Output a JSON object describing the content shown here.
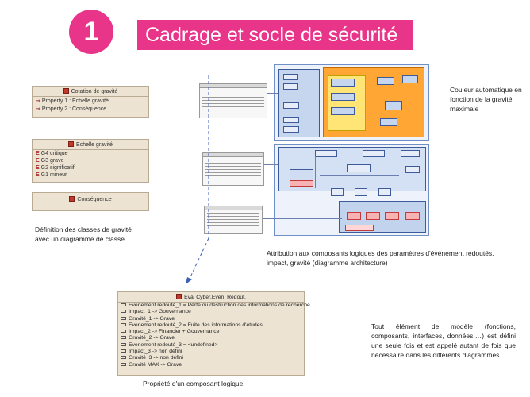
{
  "header": {
    "number": "1",
    "title": "Cadrage et socle de sécurité"
  },
  "class_cotation": {
    "title": "Cotation de gravité",
    "properties": [
      "Property 1 : Echelle gravité",
      "Property 2 : Conséquence"
    ]
  },
  "class_echelle": {
    "title": "Echelle gravité",
    "literals": [
      "G4 critique",
      "G3 grave",
      "G2 significatif",
      "G1 mineur"
    ]
  },
  "class_consequence": {
    "title": "Conséquence"
  },
  "captions": {
    "class_def": "Définition des classes de gravité avec un diagramme de classe",
    "color_auto": "Couleur automatique en fonction de la gravité maximale",
    "attribution": "Attribution aux composants logiques des paramètres d'événement redoutés, impact, gravité (diagramme architecture)",
    "logical_prop": "Propriété d'un composant logique",
    "model_element": "Tout élément de modèle (fonctions, composants, interfaces, données,…) est défini une seule fois et est appelé autant de fois que nécessaire dans les différents diagrammes"
  },
  "eval_box": {
    "title": "Eval Cyber.Even. Redout.",
    "rows": [
      "Evenement redouté_1 = Perte ou destruction des informations de recherche",
      "Impact_1 -> Gouvernance",
      "Gravité_1 -> Grave",
      "Evenement redouté_2 = Fuite des informations d'études",
      "Impact_2 -> Financier + Gouvernance",
      "Gravité_2 -> Grave",
      "Evenement redouté_3 = <undefined>",
      "Impact_3 -> non défini",
      "Gravité_3 -> non défini",
      "Gravité MAX -> Grave"
    ]
  },
  "colors": {
    "accent": "#e8358a",
    "class_fill": "#ece3d2",
    "orange": "#ffa634",
    "yellow": "#ffe476",
    "red": "#f7b3b3",
    "blue": "#c7d6ef"
  }
}
